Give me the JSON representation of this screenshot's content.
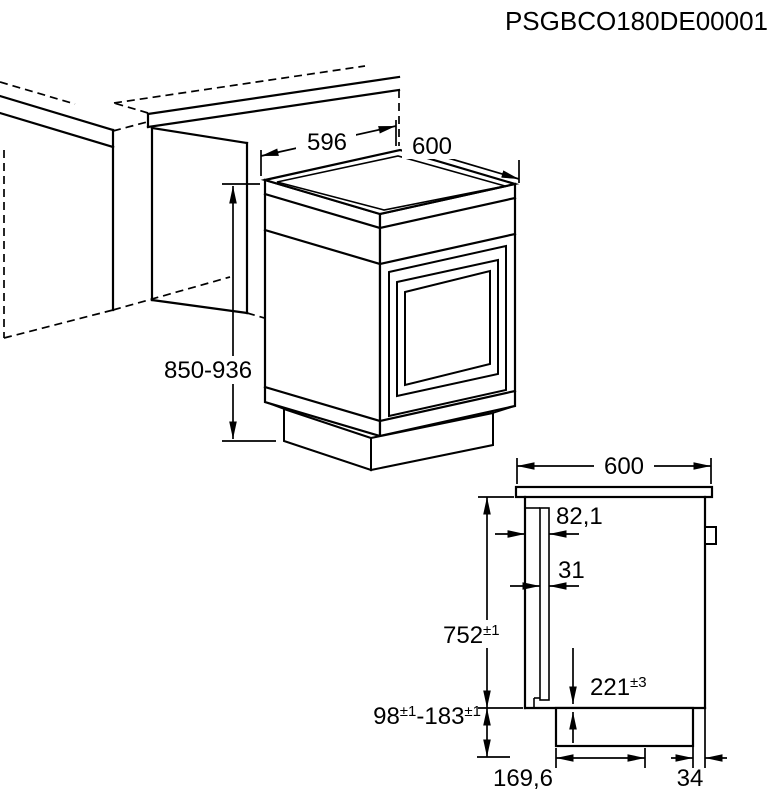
{
  "title": "PSGBCO180DE00001",
  "colors": {
    "ink": "#000000",
    "paper": "#ffffff"
  },
  "isometric_view": {
    "top_width": "596",
    "top_depth": "600",
    "height_range": "850-936"
  },
  "side_view": {
    "total_depth": "600",
    "rear_clearance": "82,1",
    "rear_channel_width": "31",
    "body_height": {
      "value": "752",
      "tolerance": "±1"
    },
    "lower_recess_height": {
      "value": "221",
      "tolerance": "±3"
    },
    "plinth_height_range": {
      "min": "98",
      "min_tolerance": "±1",
      "separator": "-",
      "max": "183",
      "max_tolerance": "±1"
    },
    "base_front_inset": "169,6",
    "base_rear_inset": "34"
  }
}
